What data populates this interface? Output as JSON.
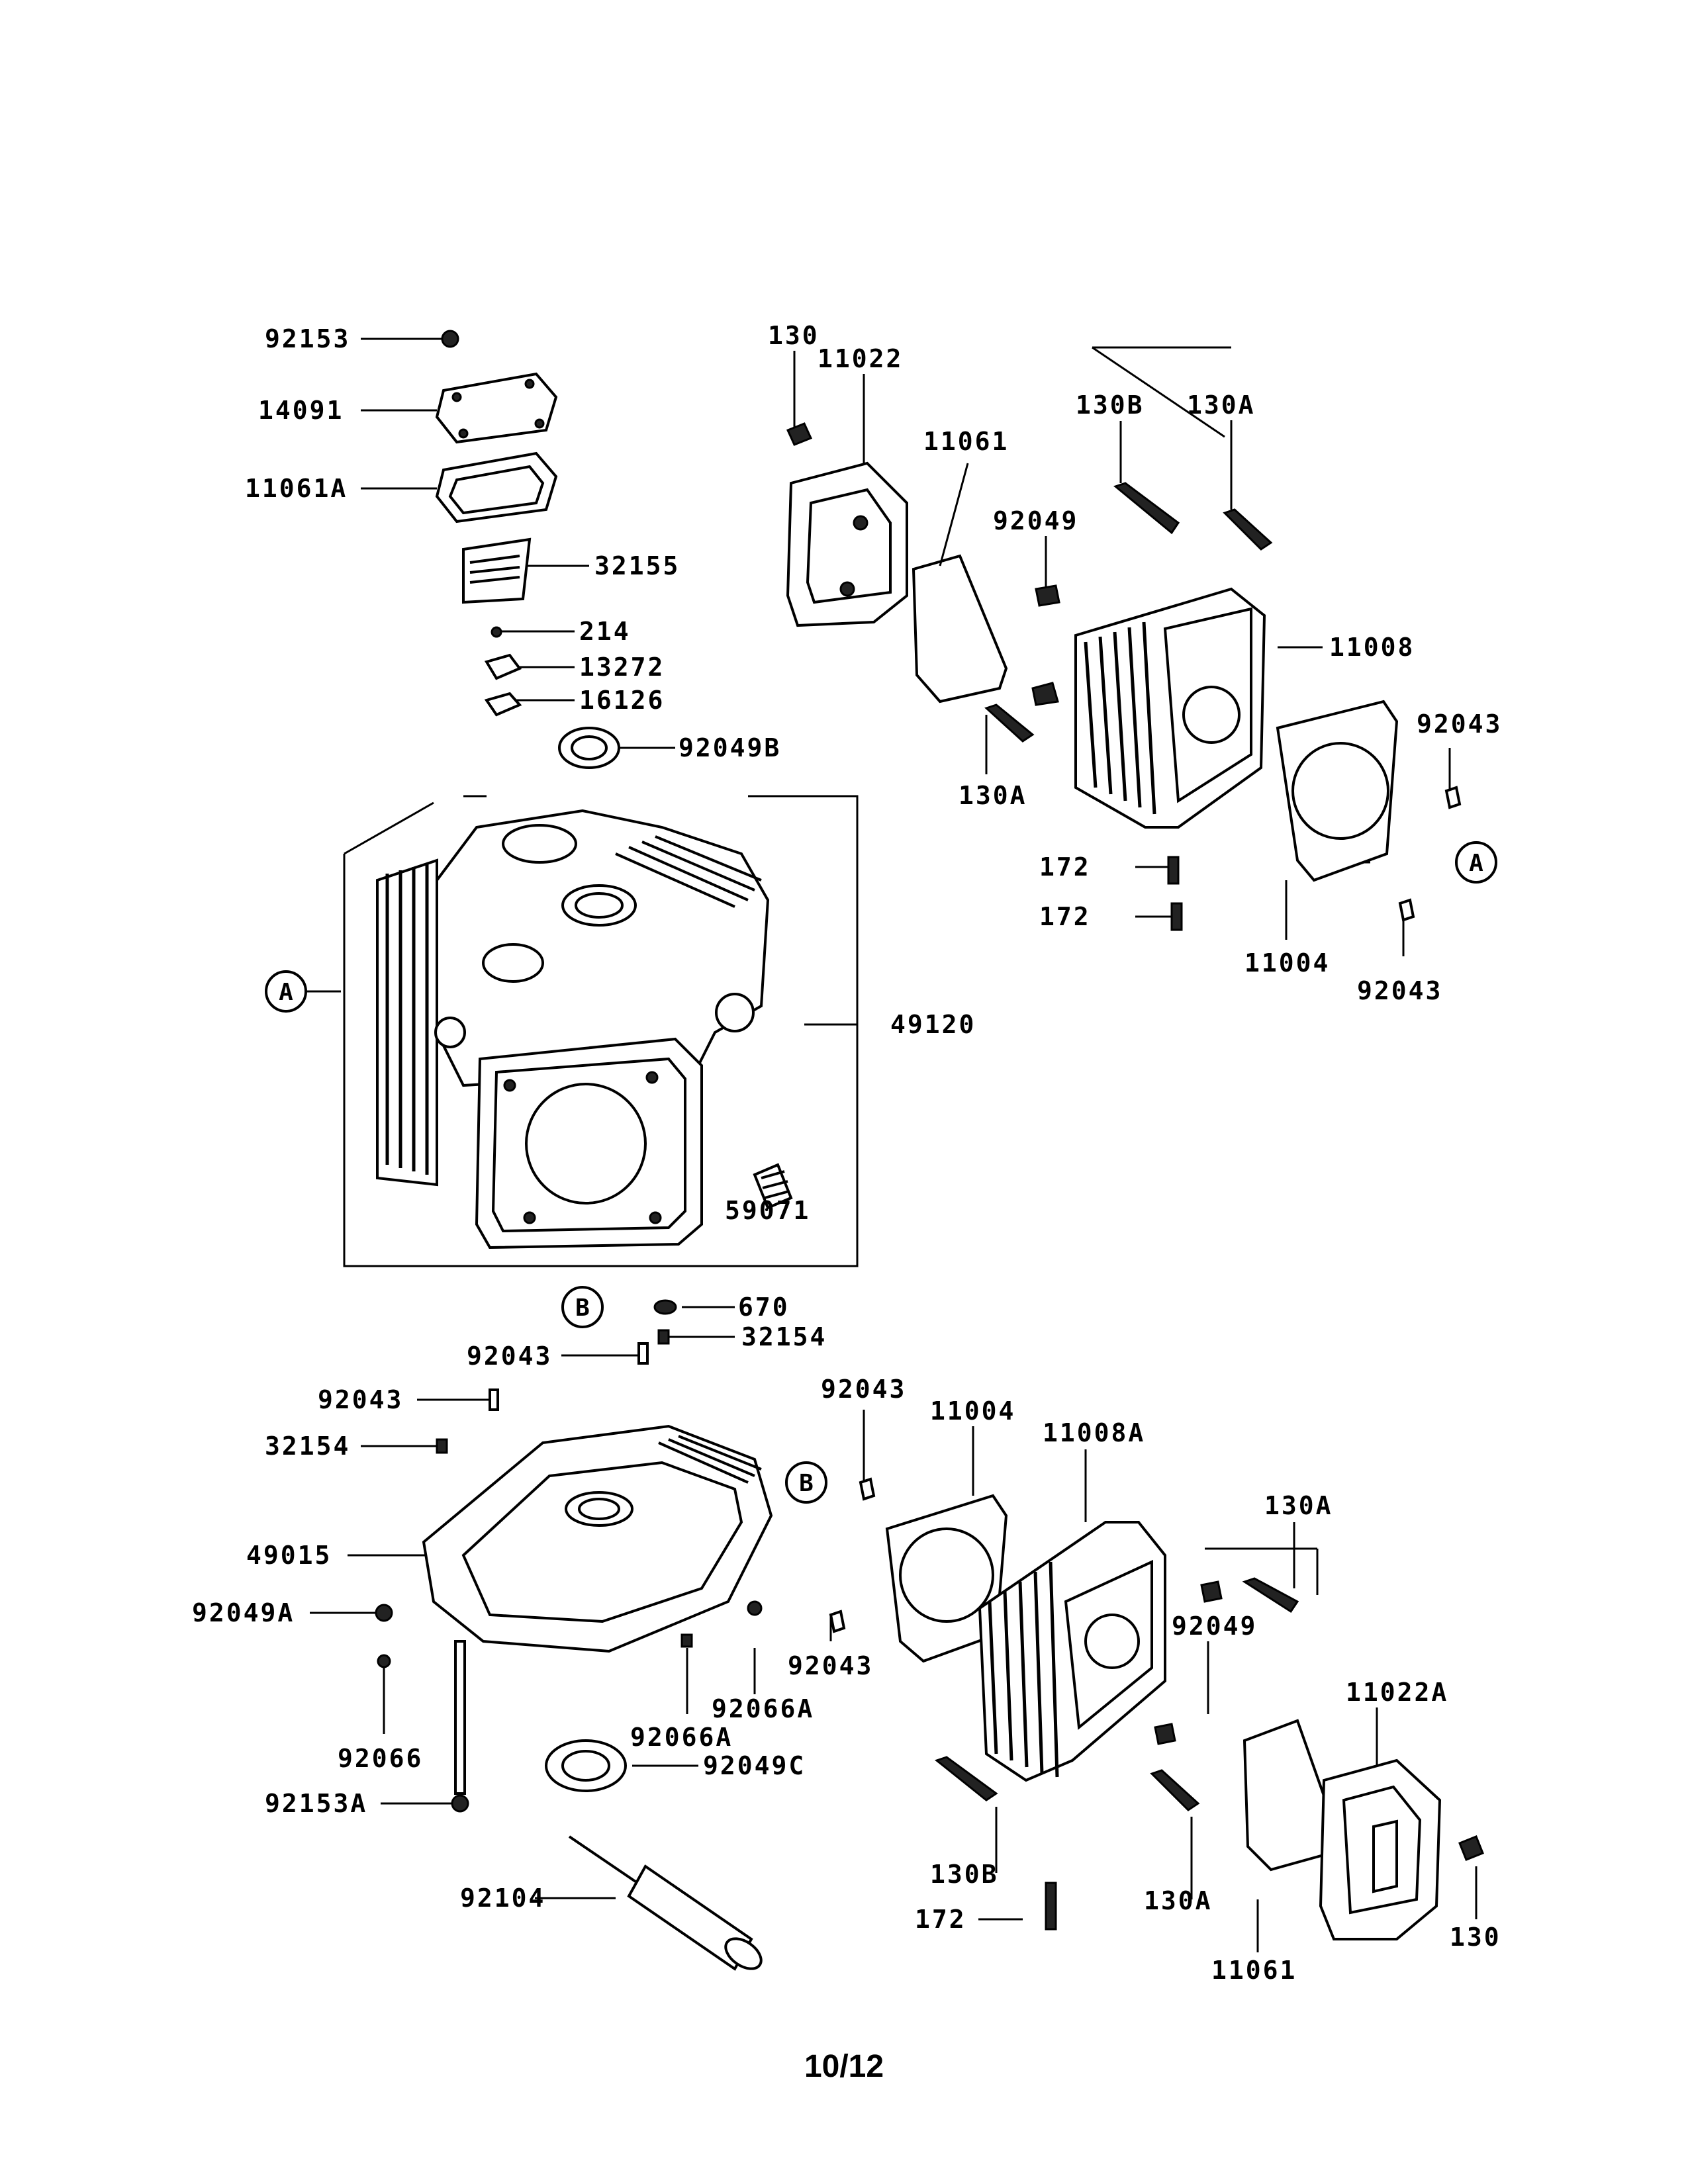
{
  "page_number": "10/12",
  "labels": {
    "l92153": "92153",
    "l14091": "14091",
    "l11061A": "11061A",
    "l32155": "32155",
    "l214": "214",
    "l13272": "13272",
    "l16126": "16126",
    "l92049B": "92049B",
    "l49120": "49120",
    "l59071": "59071",
    "l670": "670",
    "l130_top": "130",
    "l11022": "11022",
    "l11061_top": "11061",
    "l130B_top": "130B",
    "l130A_top": "130A",
    "l92049_top": "92049",
    "l11008": "11008",
    "l92043_r1": "92043",
    "l130A_mid": "130A",
    "l172_a": "172",
    "l172_b": "172",
    "l11004_top": "11004",
    "l92043_r2": "92043",
    "l92043_c1": "92043",
    "l32154_c": "32154",
    "l92043_c2": "92043",
    "l32154_l": "32154",
    "l49015": "49015",
    "l92049A": "92049A",
    "l92066": "92066",
    "l92153A": "92153A",
    "l92066A_a": "92066A",
    "l92066A_b": "92066A",
    "l92049C": "92049C",
    "l92104": "92104",
    "l92043_b1": "92043",
    "l11004_bot": "11004",
    "l11008A": "11008A",
    "l130A_br": "130A",
    "l92043_b2": "92043",
    "l92049_bot": "92049",
    "l11022A": "11022A",
    "l130B_bot": "130B",
    "l172_bot": "172",
    "l130A_bot": "130A",
    "l11061_bot": "11061",
    "l130_bot": "130"
  },
  "callouts": {
    "a_left": "A",
    "a_right": "A",
    "b_left": "B",
    "b_right": "B"
  }
}
